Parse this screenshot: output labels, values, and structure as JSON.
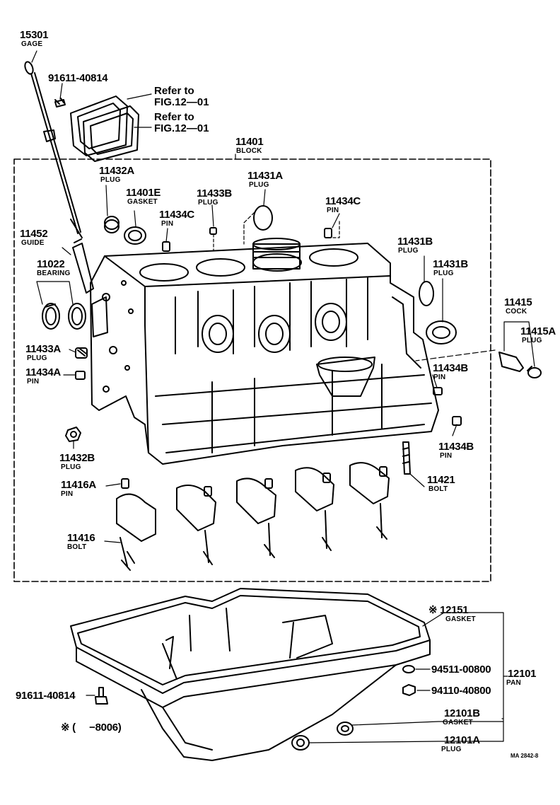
{
  "parts": {
    "gage": {
      "num": "15301",
      "name": "GAGE"
    },
    "bolt_top": {
      "num": "91611-40814"
    },
    "ref1": {
      "line1": "Refer to",
      "line2": "FIG.12—01"
    },
    "ref2": {
      "line1": "Refer to",
      "line2": "FIG.12—01"
    },
    "block": {
      "num": "11401",
      "name": "BLOCK"
    },
    "plug_11432a": {
      "num": "11432A",
      "name": "PLUG"
    },
    "gasket_11401e": {
      "num": "11401E",
      "name": "GASKET"
    },
    "plug_11433b": {
      "num": "11433B",
      "name": "PLUG"
    },
    "plug_11431a": {
      "num": "11431A",
      "name": "PLUG"
    },
    "pin_11434c_a": {
      "num": "11434C",
      "name": "PIN"
    },
    "pin_11434c_b": {
      "num": "11434C",
      "name": "PIN"
    },
    "guide": {
      "num": "11452",
      "name": "GUIDE"
    },
    "bearing": {
      "num": "11022",
      "name": "BEARING"
    },
    "plug_11431b_a": {
      "num": "11431B",
      "name": "PLUG"
    },
    "plug_11431b_b": {
      "num": "11431B",
      "name": "PLUG"
    },
    "cock": {
      "num": "11415",
      "name": "COCK"
    },
    "plug_11415a": {
      "num": "11415A",
      "name": "PLUG"
    },
    "plug_11433a": {
      "num": "11433A",
      "name": "PLUG"
    },
    "pin_11434a": {
      "num": "11434A",
      "name": "PIN"
    },
    "pin_11434b_a": {
      "num": "11434B",
      "name": "PIN"
    },
    "pin_11434b_b": {
      "num": "11434B",
      "name": "PIN"
    },
    "plug_11432b": {
      "num": "11432B",
      "name": "PLUG"
    },
    "pin_11416a": {
      "num": "11416A",
      "name": "PIN"
    },
    "bolt_11421": {
      "num": "11421",
      "name": "BOLT"
    },
    "bolt_11416": {
      "num": "11416",
      "name": "BOLT"
    },
    "gasket_12151": {
      "num": "※ 12151",
      "name": "GASKET"
    },
    "part_94511": {
      "num": "94511-00800"
    },
    "part_94110": {
      "num": "94110-40800"
    },
    "pan": {
      "num": "12101",
      "name": "PAN"
    },
    "bolt_bottom": {
      "num": "91611-40814"
    },
    "gasket_12101b": {
      "num": "12101B",
      "name": "GASKET"
    },
    "plug_12101a": {
      "num": "12101A",
      "name": "PLUG"
    }
  },
  "footnote": "※ (     −8006)",
  "figure_code": "MA  2842-8"
}
